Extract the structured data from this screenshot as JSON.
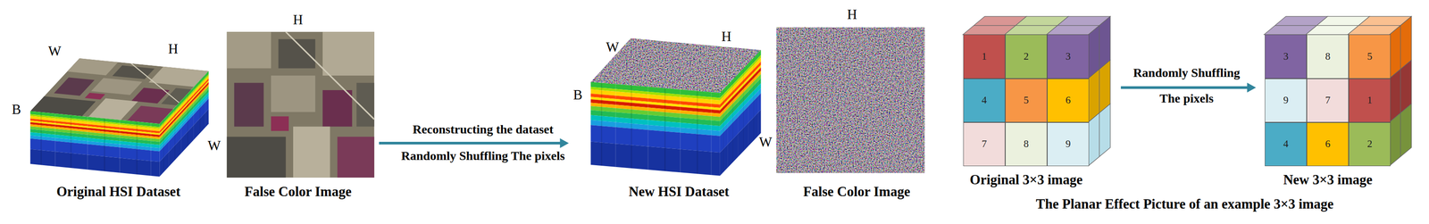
{
  "diagram": {
    "nodes": [
      {
        "text": [
          "Original HSI Dataset"
        ]
      },
      {
        "text": [
          "False Color Image"
        ]
      },
      {
        "text": [
          "New HSI Dataset"
        ]
      },
      {
        "text": [
          "False Color Image"
        ]
      },
      {
        "text": [
          "Original 3×3 image"
        ]
      },
      {
        "text": [
          "1"
        ],
        "in": 4
      },
      {
        "text": [
          "2"
        ],
        "in": 4
      },
      {
        "text": [
          "3"
        ],
        "in": 4
      },
      {
        "text": [
          "4"
        ],
        "in": 4
      },
      {
        "text": [
          "5"
        ],
        "in": 4
      },
      {
        "text": [
          "6"
        ],
        "in": 4
      },
      {
        "text": [
          "7"
        ],
        "in": 4
      },
      {
        "text": [
          "8"
        ],
        "in": 4
      },
      {
        "text": [
          "9"
        ],
        "in": 4
      },
      {
        "text": [
          "New 3×3 image"
        ]
      },
      {
        "text": [
          "3"
        ],
        "in": 14
      },
      {
        "text": [
          "8"
        ],
        "in": 14
      },
      {
        "text": [
          "5"
        ],
        "in": 14
      },
      {
        "text": [
          "9"
        ],
        "in": 14
      },
      {
        "text": [
          "7"
        ],
        "in": 14
      },
      {
        "text": [
          "1"
        ],
        "in": 14
      },
      {
        "text": [
          "4"
        ],
        "in": 14
      },
      {
        "text": [
          "6"
        ],
        "in": 14
      },
      {
        "text": [
          "2"
        ],
        "in": 14
      }
    ],
    "edges": [
      {
        "from": 1,
        "to": 2,
        "arrow": "to"
      },
      {
        "from": 4,
        "to": 14,
        "arrow": "to"
      }
    ],
    "labels": [
      "W",
      "H",
      "B",
      "H",
      "W",
      "Reconstructing the dataset",
      "Randomly Shuffling The pixels",
      "W",
      "H",
      "B",
      "H",
      "W",
      "Randomly Shuffling",
      "The pixels",
      "The Planar Effect Picture of an example 3×3 image"
    ]
  }
}
